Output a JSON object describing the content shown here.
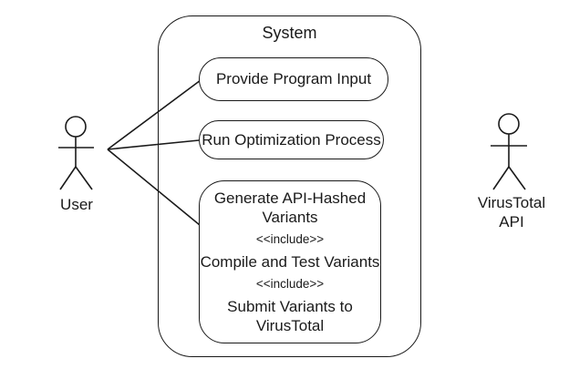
{
  "colors": {
    "stroke": "#1a1a1a",
    "background": "#ffffff",
    "text": "#1a1a1a"
  },
  "diagram": {
    "type": "uml-use-case",
    "system": {
      "title": "System"
    },
    "actors": {
      "user": {
        "label": "User"
      },
      "virustotal": {
        "label_line1": "VirusTotal",
        "label_line2": "API"
      }
    },
    "use_cases": {
      "provide_input": {
        "label": "Provide Program Input"
      },
      "run_optimization": {
        "label": "Run Optimization Process"
      },
      "variant_chain": {
        "generate": "Generate API-Hashed Variants",
        "include_1": "<<include>>",
        "compile_test": "Compile and Test Variants",
        "include_2": "<<include>>",
        "submit": "Submit Variants to VirusTotal"
      }
    },
    "associations": [
      {
        "from": "user",
        "to": "provide_input"
      },
      {
        "from": "user",
        "to": "run_optimization"
      },
      {
        "from": "user",
        "to": "variant_chain"
      }
    ]
  }
}
